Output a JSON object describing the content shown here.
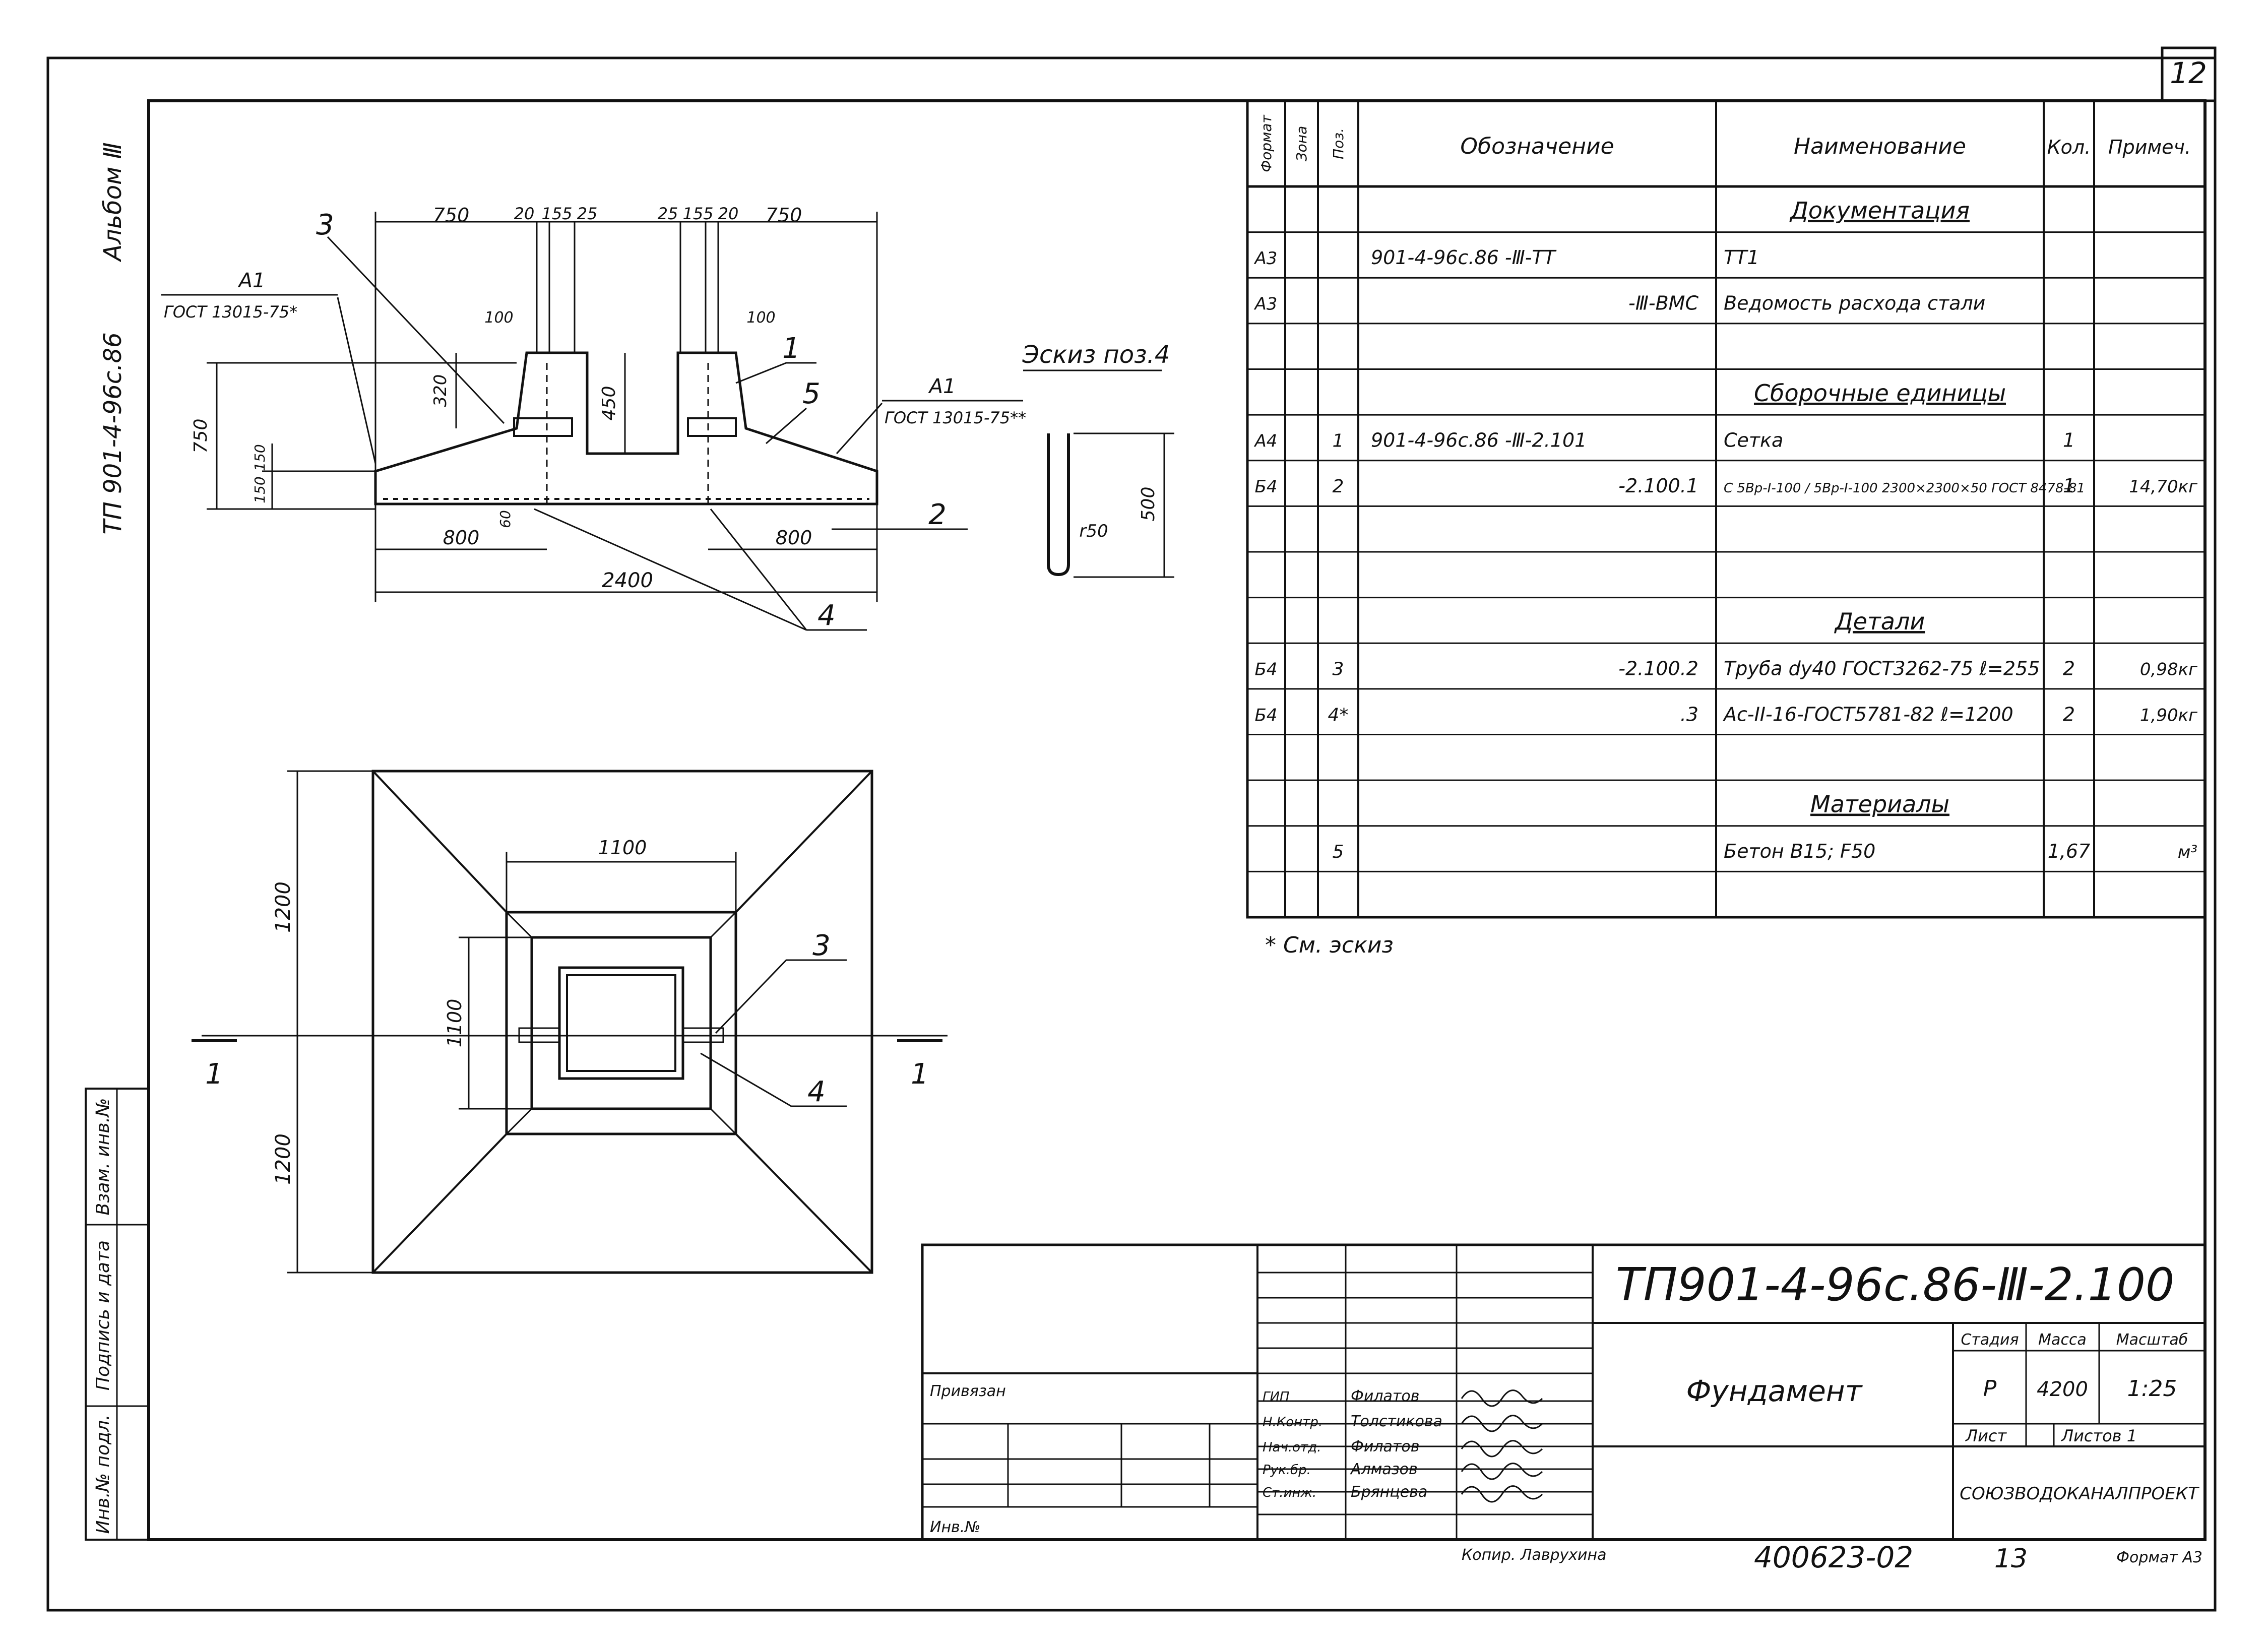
{
  "sheet": {
    "page_number": "12",
    "album_label": "Альбом Ⅲ",
    "album_code": "ТП 901-4-96с.86"
  },
  "drawing": {
    "section": {
      "dims_top": [
        "750",
        "20",
        "155",
        "25",
        "25",
        "155",
        "20",
        "750"
      ],
      "dim_100_left": "100",
      "dim_100_right": "100",
      "dim_320": "320",
      "dim_450": "450",
      "dim_750": "750",
      "dim_150a": "150",
      "dim_150b": "150",
      "dim_60": "60",
      "dim_800_left": "800",
      "dim_800_right": "800",
      "dim_2400": "2400",
      "callout_1": "1",
      "callout_2": "2",
      "callout_3": "3",
      "callout_4": "4",
      "callout_5": "5",
      "a1_left": "А1",
      "gost_left": "ГОСТ 13015-75*",
      "a1_right": "А1",
      "gost_right": "ГОСТ 13015-75**"
    },
    "sketch": {
      "title": "Эскиз поз.4",
      "dim_500": "500",
      "radius": "r50"
    },
    "plan": {
      "dim_1100_h": "1100",
      "dim_1100_v": "1100",
      "dim_1200_top": "1200",
      "dim_1200_bottom": "1200",
      "callout_3": "3",
      "callout_4": "4",
      "cut_left": "1",
      "cut_right": "1"
    }
  },
  "spec_table": {
    "headers": [
      "Формат",
      "Зона",
      "Поз.",
      "Обозначение",
      "Наименование",
      "Кол.",
      "Примеч."
    ],
    "rows": [
      {
        "type": "section",
        "name": "Документация"
      },
      {
        "format": "А3",
        "pos": "",
        "designation": "901-4-96с.86  -Ⅲ-ТТ",
        "name": "ТТ1",
        "qty": "",
        "note": ""
      },
      {
        "format": "А3",
        "pos": "",
        "designation": "-Ⅲ-ВМС",
        "name": "Ведомость расхода стали",
        "qty": "",
        "note": ""
      },
      {
        "type": "blank"
      },
      {
        "type": "section",
        "name": "Сборочные единицы"
      },
      {
        "format": "А4",
        "pos": "1",
        "designation": "901-4-96с.86 -Ⅲ-2.101",
        "name": "Сетка",
        "qty": "1",
        "note": ""
      },
      {
        "format": "Б4",
        "pos": "2",
        "designation": "-2.100.1",
        "name": "С 5Вр-I-100 / 5Вр-I-100 2300×2300×50 ГОСТ 8478-81",
        "qty": "1",
        "note": "14,70кг"
      },
      {
        "type": "blank"
      },
      {
        "type": "blank"
      },
      {
        "type": "section",
        "name": "Детали"
      },
      {
        "format": "Б4",
        "pos": "3",
        "designation": "-2.100.2",
        "name": "Труба dу40 ГОСТ3262-75 ℓ=255",
        "qty": "2",
        "note": "0,98кг"
      },
      {
        "format": "Б4",
        "pos": "4*",
        "designation": ".3",
        "name": "Ас-II-16-ГОСТ5781-82 ℓ=1200",
        "qty": "2",
        "note": "1,90кг"
      },
      {
        "type": "blank"
      },
      {
        "type": "section",
        "name": "Материалы"
      },
      {
        "format": "",
        "pos": "5",
        "designation": "",
        "name": "Бетон В15;  F50",
        "qty": "1,67",
        "note": "м³"
      },
      {
        "type": "blank"
      }
    ],
    "footnote": "*  См. эскиз"
  },
  "title_block": {
    "code": "ТП901-4-96с.86-Ⅲ-2.100",
    "title": "Фундамент",
    "stage_label": "Стадия",
    "mass_label": "Масса",
    "scale_label": "Масштаб",
    "stage": "Р",
    "mass": "4200",
    "scale": "1:25",
    "sheet_label": "Лист",
    "sheets_label": "Листов 1",
    "org": "СОЮЗВОДОКАНАЛПРОЕКТ",
    "roles": [
      {
        "role": "ГИП",
        "name": "Филатов"
      },
      {
        "role": "Н.Контр.",
        "name": "Толстикова"
      },
      {
        "role": "Нач.отд.",
        "name": "Филатов"
      },
      {
        "role": "Рук.бр.",
        "name": "Алмазов"
      },
      {
        "role": "Ст.инж.",
        "name": "Брянцева"
      }
    ],
    "privyazan": "Привязан",
    "inv_no": "Инв.№",
    "copied": "Копир. Лаврухина",
    "archive_no": "400623-02",
    "archive_sheet": "13",
    "format": "Формат А3"
  },
  "side_stamp": [
    "Инв.№ подл.",
    "Подпись и дата",
    "Взам. инв.№"
  ]
}
